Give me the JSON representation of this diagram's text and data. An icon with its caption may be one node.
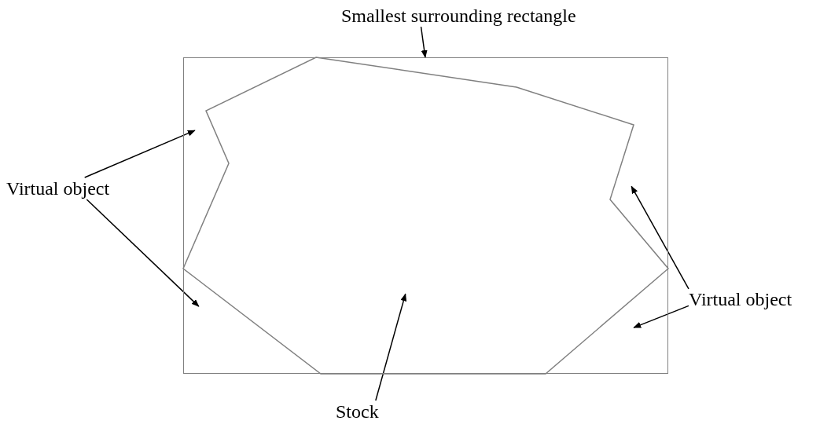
{
  "diagram": {
    "nodes": [
      {
        "text": [
          "Smallest surrounding rectangle"
        ]
      },
      {
        "text": [],
        "shape": "box"
      },
      {
        "text": [],
        "shape": "polygon",
        "in": 1
      },
      {
        "text": [
          "Virtual object"
        ]
      },
      {
        "text": [
          "Virtual object"
        ]
      },
      {
        "text": [
          "Stock"
        ]
      }
    ],
    "edges": [
      {
        "from": 0,
        "to": 1,
        "arrow": "to"
      },
      {
        "from": 3,
        "to": 1,
        "arrow": "to"
      },
      {
        "from": 3,
        "to": 1,
        "arrow": "to"
      },
      {
        "from": 4,
        "to": 2,
        "arrow": "to"
      },
      {
        "from": 4,
        "to": 1,
        "arrow": "to"
      },
      {
        "from": 5,
        "to": 2,
        "arrow": "to"
      }
    ]
  }
}
